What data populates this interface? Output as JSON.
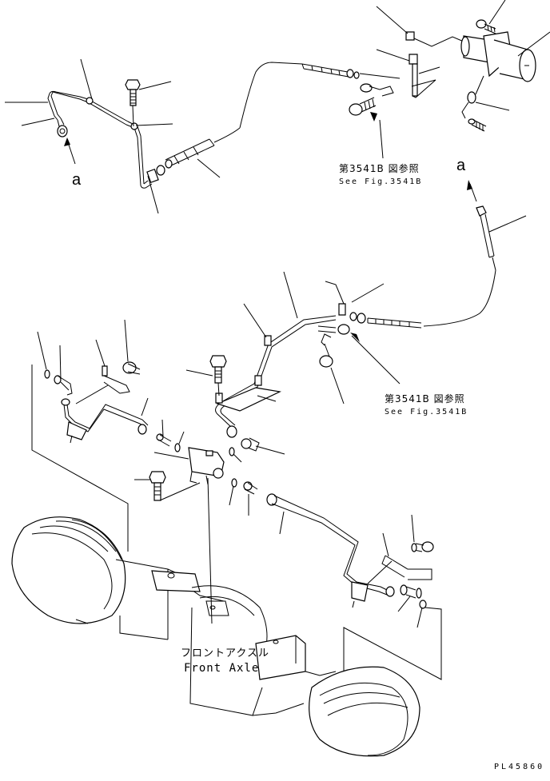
{
  "diagram": {
    "title": "Front Axle Hydraulic Piping",
    "labels": {
      "arrow_a_left": "a",
      "arrow_a_right": "a",
      "ref_top": {
        "jp": "第3541B 図参照",
        "en": "See Fig.3541B"
      },
      "ref_mid": {
        "jp": "第3541B 図参照",
        "en": "See Fig.3541B"
      },
      "front_axle": {
        "jp": "フロントアクスル",
        "en": "Front Axle"
      },
      "drawing_code": "PL45860"
    },
    "components": [
      "pipe-assembly-upper-left",
      "bolt",
      "hose",
      "valve-block-upper",
      "actuator-motor",
      "sensor-connector",
      "pipe-assembly-middle",
      "pipe-assembly-left",
      "block-valve-lower",
      "pipe-assembly-lower-right",
      "front-axle-housing",
      "wheel-hub-left",
      "wheel-hub-right"
    ]
  }
}
